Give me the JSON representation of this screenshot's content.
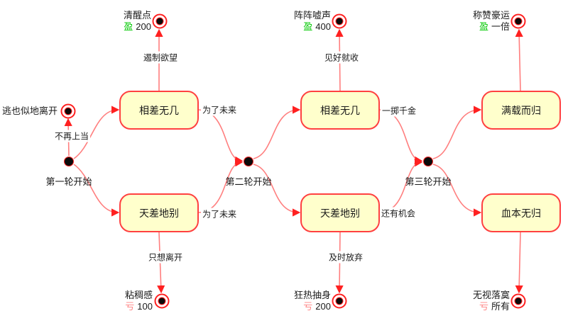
{
  "diagram": {
    "type": "state-diagram",
    "colors": {
      "state_fill": "#ffffcc",
      "state_border": "#ff4040",
      "edge_line": "#ff7f7f",
      "arrowhead": "#ff2020",
      "text": "#1a1a1a",
      "win_color": "#00c800",
      "loss_color": "#ff8080"
    },
    "rounds": {
      "round1": {
        "start": "第一轮开始",
        "top_state": "相差无几",
        "bottom_state": "天差地别"
      },
      "round2": {
        "start": "第二轮开始",
        "top_state": "相差无几",
        "bottom_state": "天差地别"
      },
      "round3": {
        "start": "第三轮开始",
        "top_state": "满载而归",
        "bottom_state": "血本无归"
      }
    },
    "edges": {
      "r1_top_exit": "遏制欲望",
      "r1_start_exit": "不再上当",
      "r1_top_next": "为了未来",
      "r1_bottom_next": "为了未来",
      "r1_bottom_exit": "只想离开",
      "r2_top_exit": "见好就收",
      "r2_top_next": "一掷千金",
      "r2_bottom_next": "还有机会",
      "r2_bottom_exit": "及时放弃"
    },
    "outcomes": {
      "qingxing": {
        "name": "清醒点",
        "sign": "盈",
        "amount": "200",
        "type": "win"
      },
      "taoli": {
        "name": "逃也似地离开"
      },
      "nianchou": {
        "name": "粘稠感",
        "sign": "亏",
        "amount": "100",
        "type": "loss"
      },
      "xusheng": {
        "name": "阵阵嘘声",
        "sign": "盈",
        "amount": "400",
        "type": "win"
      },
      "choushen": {
        "name": "狂热抽身",
        "sign": "亏",
        "amount": "200",
        "type": "loss"
      },
      "haoyun": {
        "name": "称赞豪运",
        "sign": "盈",
        "amount": "一倍",
        "type": "win"
      },
      "luomo": {
        "name": "无视落寞",
        "sign": "亏",
        "amount": "所有",
        "type": "loss"
      }
    }
  }
}
